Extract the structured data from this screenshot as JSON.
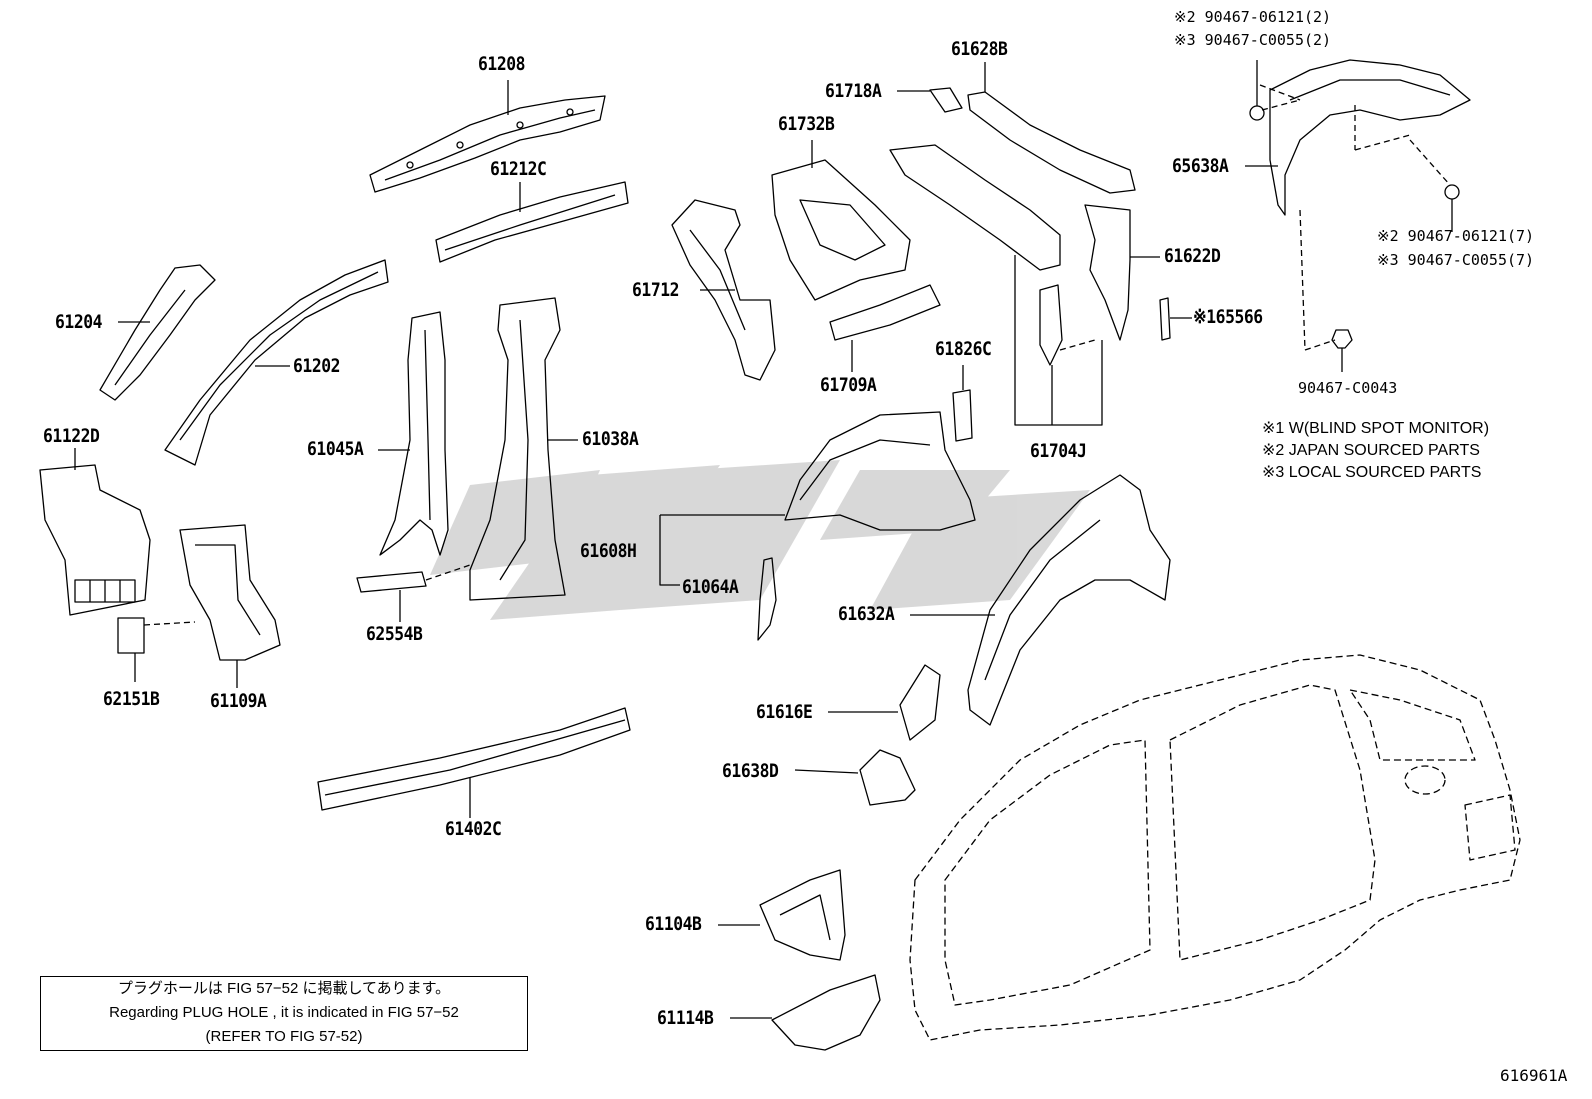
{
  "parts": {
    "p61208": "61208",
    "p61212C": "61212C",
    "p61204": "61204",
    "p61202": "61202",
    "p61122D": "61122D",
    "p62151B": "62151B",
    "p61109A": "61109A",
    "p61045A": "61045A",
    "p61038A": "61038A",
    "p62554B": "62554B",
    "p61402C": "61402C",
    "p61712": "61712",
    "p61732B": "61732B",
    "p61718A": "61718A",
    "p61628B": "61628B",
    "p61709A": "61709A",
    "p61826C": "61826C",
    "p61622D": "61622D",
    "p65566": "※165566",
    "p61704J": "61704J",
    "p61608H": "61608H",
    "p61064A": "61064A",
    "p61632A": "61632A",
    "p61616E": "61616E",
    "p61638D": "61638D",
    "p61104B": "61104B",
    "p61114B": "61114B",
    "p65638A": "65638A"
  },
  "fasteners": {
    "top_a": "※2 90467-06121(2)",
    "top_b": "※3 90467-C0055(2)",
    "right_a": "※2 90467-06121(7)",
    "right_b": "※3 90467-C0055(7)",
    "clip": "90467-C0043"
  },
  "legend": [
    "※1 W(BLIND SPOT MONITOR)",
    "※2 JAPAN SOURCED PARTS",
    "※3 LOCAL SOURCED PARTS"
  ],
  "reference_box": {
    "line1": "プラグホールは FIG 57−52 に掲載してあります。",
    "line2": "Regarding  PLUG  HOLE , it is indicated in FIG  57−52",
    "line3": "(REFER TO FIG 57-52)"
  },
  "figure_id": "616961A",
  "colors": {
    "ink": "#000000",
    "watermark": "#c9c9c9",
    "background": "#ffffff"
  }
}
